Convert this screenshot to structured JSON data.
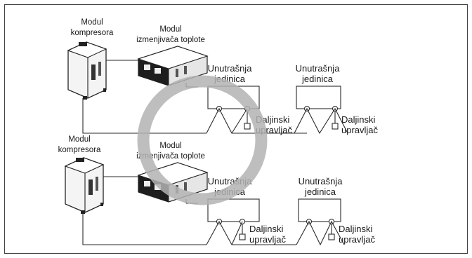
{
  "colors": {
    "frame": "#444444",
    "line": "#2a2a2a",
    "ring": "#b3b3b3",
    "unit_body": "#f4f4f4",
    "unit_dark": "#1e1e1e"
  },
  "systems": [
    {
      "compressor_label": [
        "Modul",
        "kompresora"
      ],
      "exchanger_label": [
        "Modul",
        "izmenjivača toplote"
      ],
      "indoor_units": [
        {
          "label": [
            "Unutrašnja",
            "jedinica"
          ],
          "remote_label": [
            "Daljinski",
            "upravljač"
          ]
        },
        {
          "label": [
            "Unutrašnja",
            "jedinica"
          ],
          "remote_label": [
            "Daljinski",
            "upravljač"
          ]
        }
      ]
    },
    {
      "compressor_label": [
        "Modul",
        "kompresora"
      ],
      "exchanger_label": [
        "Modul",
        "izmenjivača toplote"
      ],
      "indoor_units": [
        {
          "label": [
            "Unutrašnja",
            "jedinica"
          ],
          "remote_label": [
            "Daljinski",
            "upravljač"
          ]
        },
        {
          "label": [
            "Unutrašnja",
            "jedinica"
          ],
          "remote_label": [
            "Daljinski",
            "upravljač"
          ]
        }
      ]
    }
  ]
}
